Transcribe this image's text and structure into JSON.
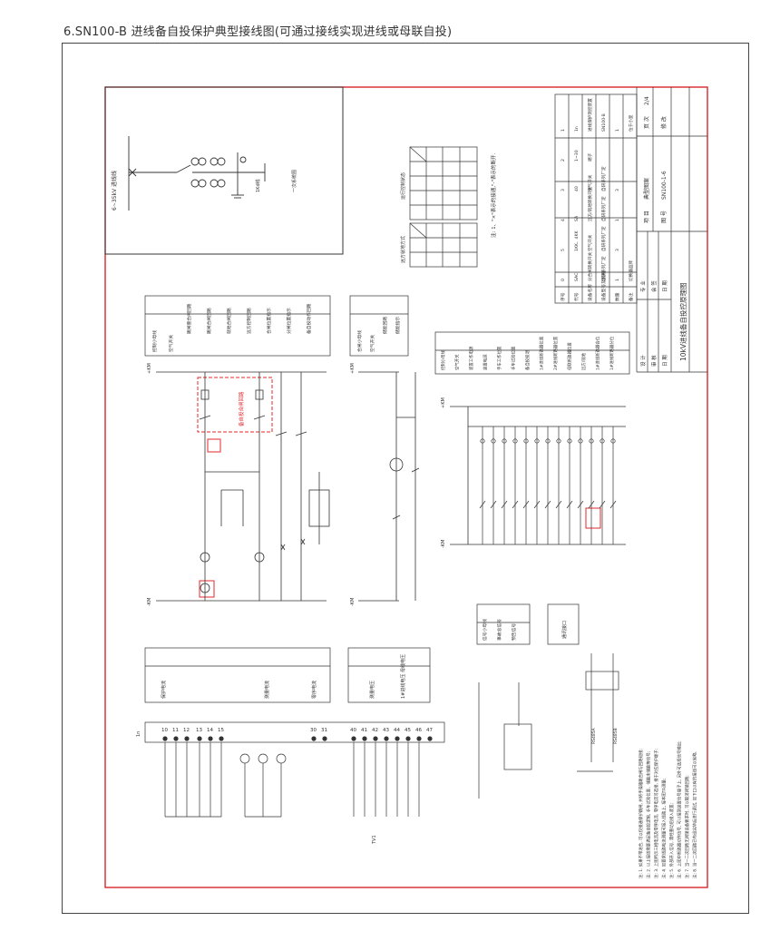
{
  "page": {
    "title": "6.SN100-B 进线备自投保护典型接线图(可通过接线实现进线或母联自投)"
  },
  "colors": {
    "frame_red": "#d9262b",
    "line": "#333333",
    "highlight": "#e0282e"
  },
  "title_block": {
    "project_name": "10kV进线备自投控原理图",
    "drawing_label": "图 号",
    "drawing_no": "SN100-1-6",
    "project_label": "项 目",
    "project_value": "典型图案",
    "rev_label": "修 改",
    "sheet_label": "页 次",
    "sheet_value": "2/4",
    "signoff": [
      "设 计",
      "审 核",
      "日 期"
    ],
    "signoff2": [
      "专 业",
      "会 签",
      "日 期"
    ]
  },
  "single_line": {
    "bus_label": "6~35kV 进线线",
    "cable_label": "1Kd线",
    "system_label": "一次系统图"
  },
  "legend_table": {
    "headers": [
      "序号",
      "代号",
      "设备名称",
      "设备型号及规格",
      "数量",
      "备注"
    ],
    "rows": [
      [
        "0",
        "SAC",
        "分合闸转换开关",
        "自研系列厂定",
        "1",
        "切换器品牌"
      ],
      [
        "5",
        "1KK、4KK",
        "空气开关",
        "自研系列厂定",
        "3",
        ""
      ],
      [
        "4",
        "SA",
        "远方/就地转换开关",
        "自研系列厂定",
        "1",
        ""
      ],
      [
        "3",
        "40",
        "空气开关",
        "自研系列厂定",
        "3",
        ""
      ],
      [
        "2",
        "1~30",
        "端子",
        "",
        "",
        ""
      ],
      [
        "1",
        "1n",
        "进线保护测控装置",
        "SN100-B",
        "1",
        "位于小室"
      ]
    ]
  },
  "contact_tables": {
    "note": "注: 1、\"×\"表示的接通,\"-\"表示的断开.",
    "table1_title": "运行控制状态",
    "table2_title": "远方就地方式"
  },
  "blocks": {
    "top_left": [
      "控制小母线",
      "空气开关",
      "跳闸重合闸回路",
      "跳闸合闸回路",
      "就地合闸回路",
      "远方控制回路",
      "合闸位置指示",
      "分闸位置指示",
      "备自投动作回路"
    ],
    "top_mid": [
      "合闸小母线",
      "空气开关",
      "储能回路",
      "储能指示"
    ],
    "right": [
      "控制小母线",
      "空气开关",
      "装置工作电源",
      "装置电源",
      "手车工作位置",
      "手车试验位置",
      "备自投投退",
      "1#进线断路器位置",
      "2#进线断路器位置",
      "母联断路器位置",
      "远方/就地",
      "1#进线断路器合位",
      "1#进线断路器分位"
    ],
    "bottom_left": [
      "保护电流",
      "测量电流",
      "零序电流"
    ],
    "bottom_mid": [
      "测量电压",
      "1#进线电压 母线电压"
    ],
    "bottom_right": [
      "信号小母线",
      "事故总信号",
      "预告信号"
    ],
    "comm": "通讯接口"
  },
  "labels": {
    "highlight_box": "备自投合闸回路",
    "plus_km": "+KM",
    "minus_km": "-KM",
    "terminals_bottom": [
      "10",
      "11",
      "12",
      "13",
      "14",
      "15",
      "30",
      "31",
      "40",
      "41",
      "42",
      "43",
      "44",
      "45",
      "46",
      "47"
    ],
    "terminal_prefix": "1n",
    "tv_label": "TV1",
    "rs485": "RS485A",
    "rs485b": "RS485B"
  },
  "notes": [
    "注: 1. 如果不带进合, 可以仅接通保护跳闸, 并将手操箱跳合闸与回路短接;",
    "注: 2. 以上接线需要满足备自投逻辑, 手车试验位置、储能未储能等信号;",
    "注: 3. 上图所示三相电流及零序电流, 零序电流可选接, 接于对应保护端子;",
    "注: 4. 如要求线路电流测量可接入线路上, 接本图TA测量;",
    "注: 5. 外部开入信号, 需经重动后接入装置;",
    "注: 6. 上图中断路器动作信号, 可以接到装置信号端子上, 另外可选择信号输出;",
    "注: 7. 当一二次回路无闭锁设备要求时, 可以取消闭锁回路;",
    "注: 8. 当一二次回路已布设完毕后进行调试, 如下口以有的接线可以省略."
  ]
}
